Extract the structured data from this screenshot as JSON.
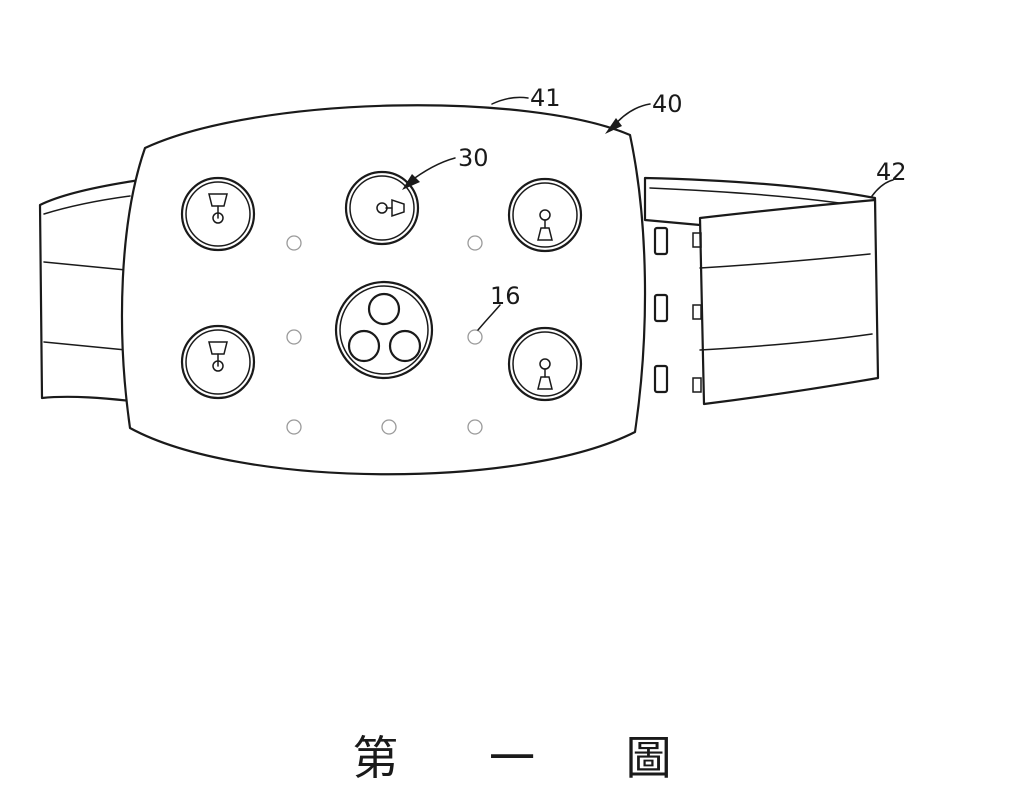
{
  "figure": {
    "caption": "第 一 圖",
    "labels": {
      "panel": "41",
      "device": "40",
      "strap": "42",
      "massage_head": "30",
      "hole": "16"
    }
  }
}
